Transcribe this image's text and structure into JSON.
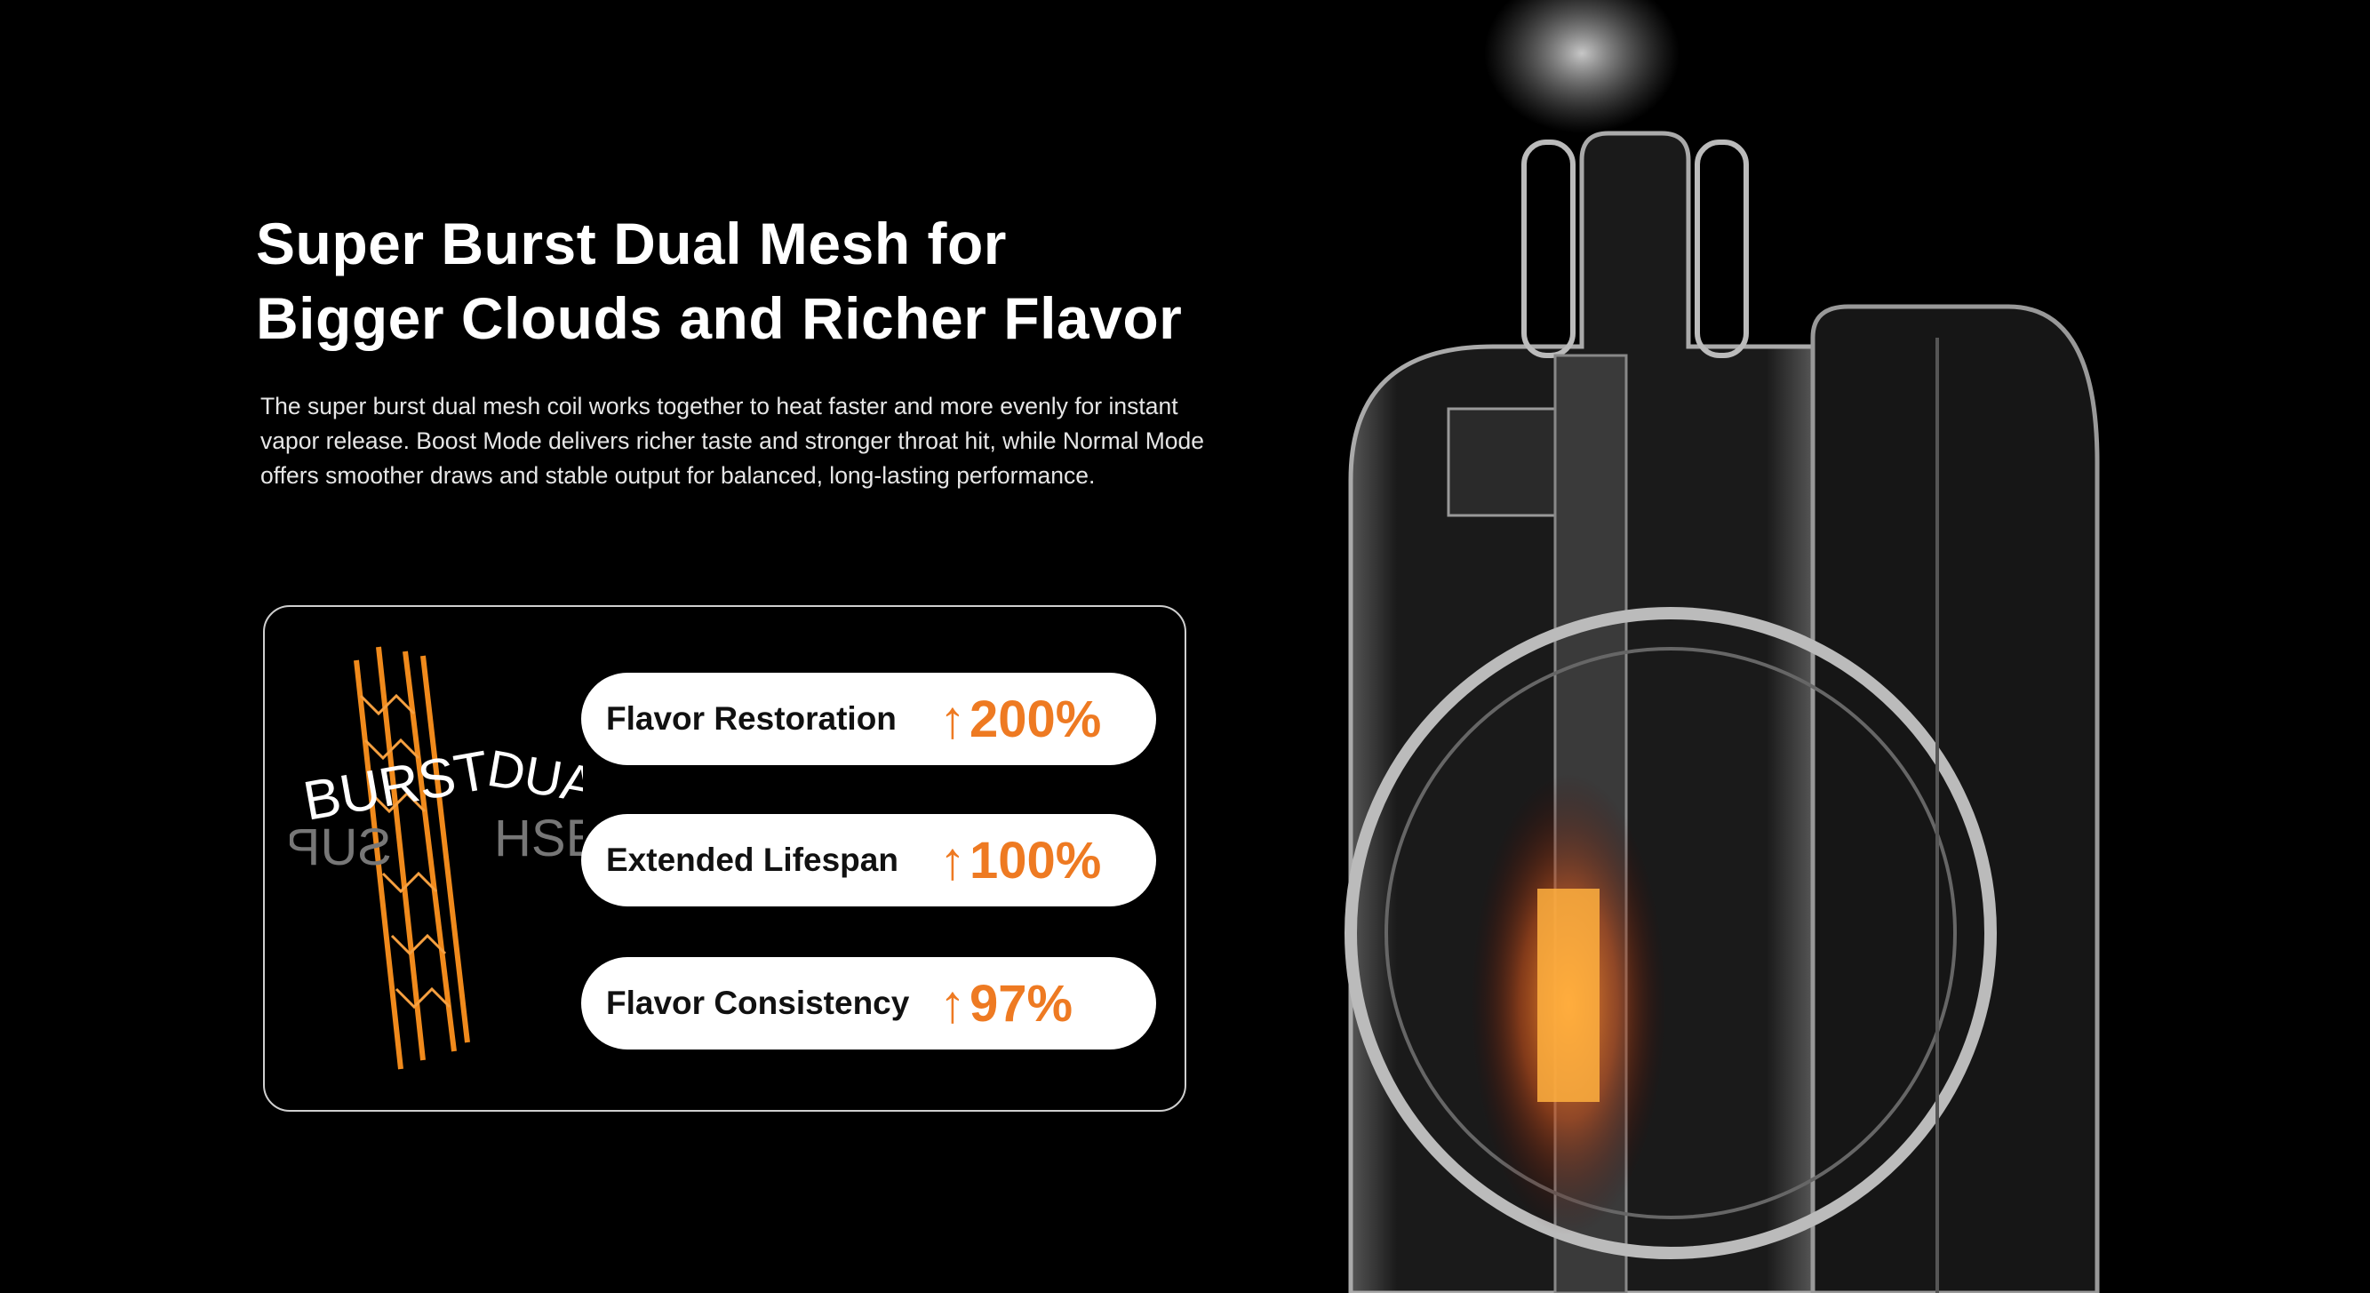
{
  "heading": {
    "line1": "Super Burst Dual Mesh for",
    "line2": "Bigger Clouds and Richer Flavor"
  },
  "description": "The super burst dual mesh coil works together to heat faster and more evenly for instant vapor release. Boost Mode delivers richer taste and stronger throat hit, while Normal Mode offers smoother draws and stable output for balanced, long-lasting performance.",
  "graphic": {
    "text": "SUPER BURST DUAL MESH"
  },
  "stats": [
    {
      "label": "Flavor Restoration",
      "arrow": "↑",
      "value": "200%"
    },
    {
      "label": "Extended Lifespan",
      "arrow": "↑",
      "value": "100%"
    },
    {
      "label": "Flavor Consistency",
      "arrow": "↑",
      "value": "97%"
    }
  ],
  "colors": {
    "accent": "#ee7a22",
    "background": "#000000"
  }
}
